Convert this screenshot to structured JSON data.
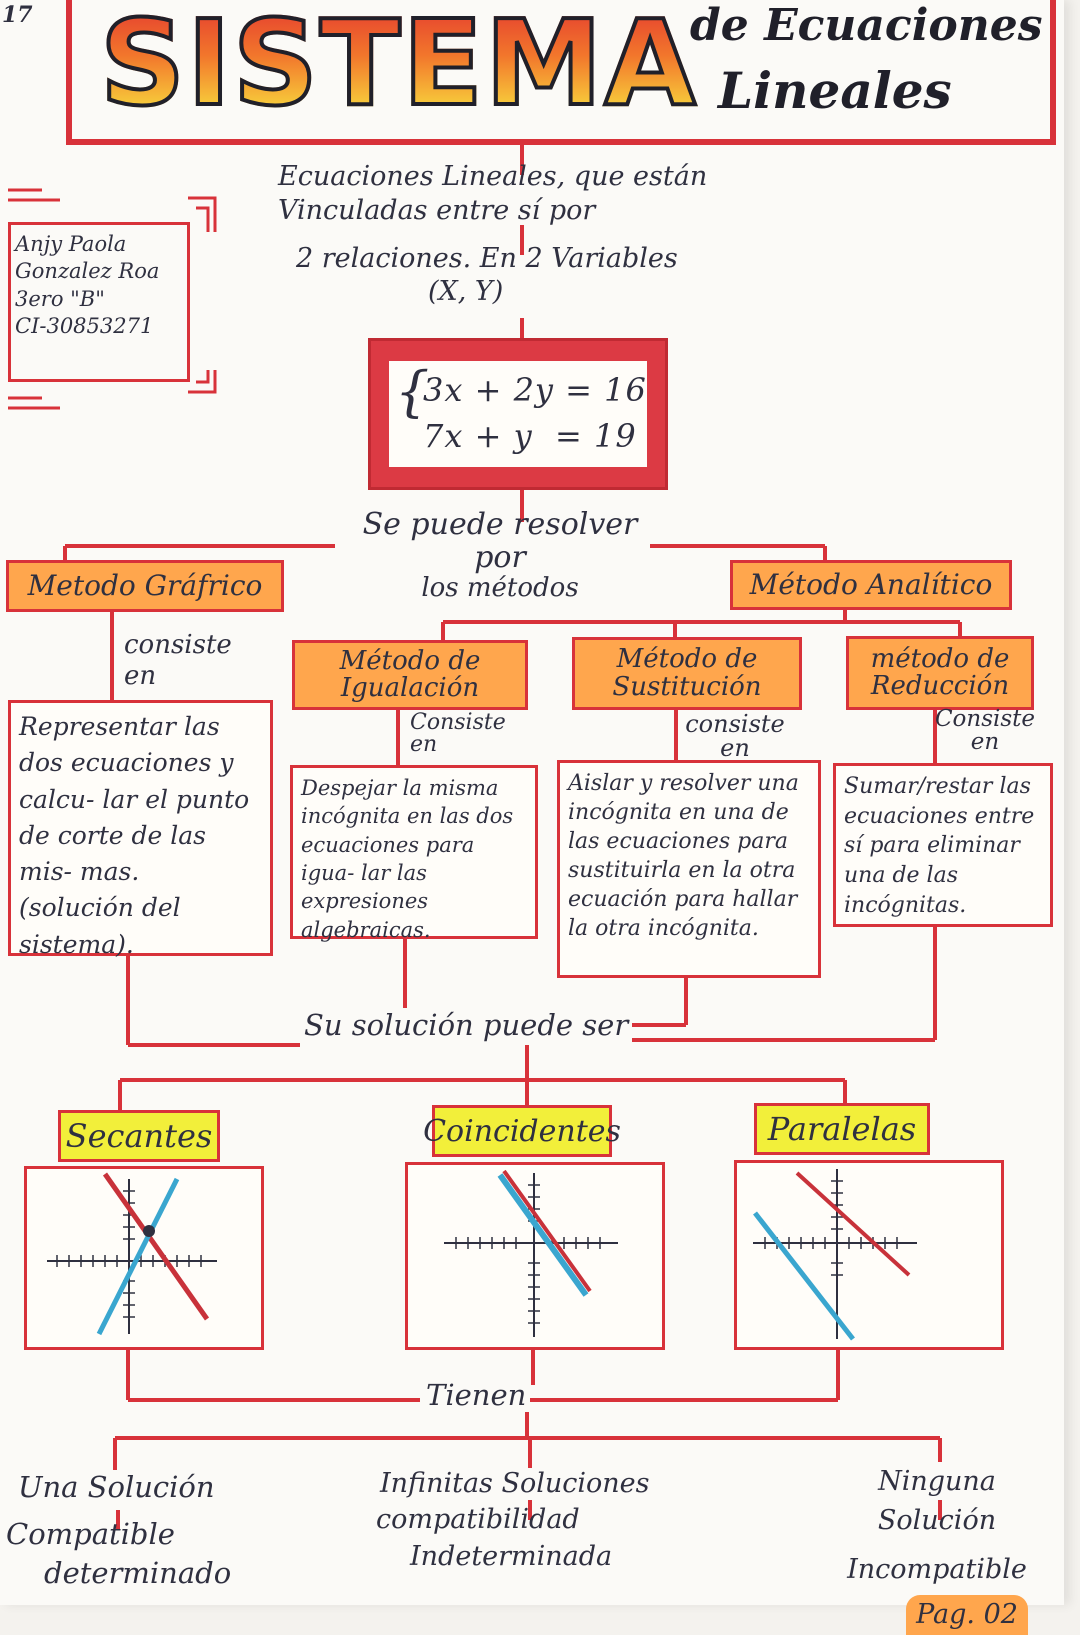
{
  "title": {
    "main": "SISTEMA",
    "sub_line1": "de Ecuaciones",
    "sub_line2": "Lineales"
  },
  "corner_mark": "17",
  "author": {
    "lines": [
      "Anjy Paola",
      "Gonzalez Roa",
      "3ero \"B\"",
      "CI-30853271"
    ]
  },
  "definition": {
    "line1": "Ecuaciones Lineales, que están",
    "line2": "Vinculadas entre sí por",
    "line3": "2 relaciones. En 2 Variables",
    "line4": "(X, Y)"
  },
  "system": {
    "eq1": "3x + 2y = 16",
    "eq2": "7x + y  = 19"
  },
  "solve_by": {
    "line1": "Se puede resolver por",
    "line2": "los métodos"
  },
  "methods": {
    "grafico": {
      "title": "Metodo Gráfrico",
      "consists": "consiste en",
      "desc": "Representar las dos ecuaciones y calcu- lar el punto de corte de las mis- mas. (solución del sistema)."
    },
    "analitico": {
      "title": "Método Analítico"
    },
    "igualacion": {
      "title_line1": "Método de",
      "title_line2": "Igualación",
      "consists": "Consiste en",
      "desc": "Despejar la misma incógnita en las dos ecuaciones para igua- lar las expresiones algebraicas."
    },
    "sustitucion": {
      "title_line1": "Método de",
      "title_line2": "Sustitución",
      "consists": "consiste en",
      "desc": "Aislar y resolver una incógnita en una de las ecuaciones para sustituirla en la otra ecuación para hallar la otra incógnita."
    },
    "reduccion": {
      "title_line1": "método de",
      "title_line2": "Reducción",
      "consists": "Consiste en",
      "desc": "Sumar/restar las ecuaciones entre sí para eliminar una de las incógnitas."
    }
  },
  "solution_can_be": "Su solución puede ser",
  "solution_types": {
    "secantes": "Secantes",
    "coincidentes": "Coincidentes",
    "paralelas": "Paralelas"
  },
  "have": "Tienen",
  "outcomes": {
    "one": {
      "line1": "Una Solución",
      "line2": "Compatible",
      "line3": "determinado"
    },
    "infinite": {
      "line1": "Infinitas Soluciones",
      "line2": "compatibilidad",
      "line3": "Indeterminada"
    },
    "none": {
      "line1": "Ninguna Solución",
      "line2": "Incompatible",
      "line3": "Pag. 02"
    }
  },
  "colors": {
    "red": "#d8323a",
    "orange": "#ffa64d",
    "yellow": "#f2ef3a",
    "blue_line": "#3aa6cf",
    "red_line": "#c8323a",
    "ink": "#2f3040"
  }
}
